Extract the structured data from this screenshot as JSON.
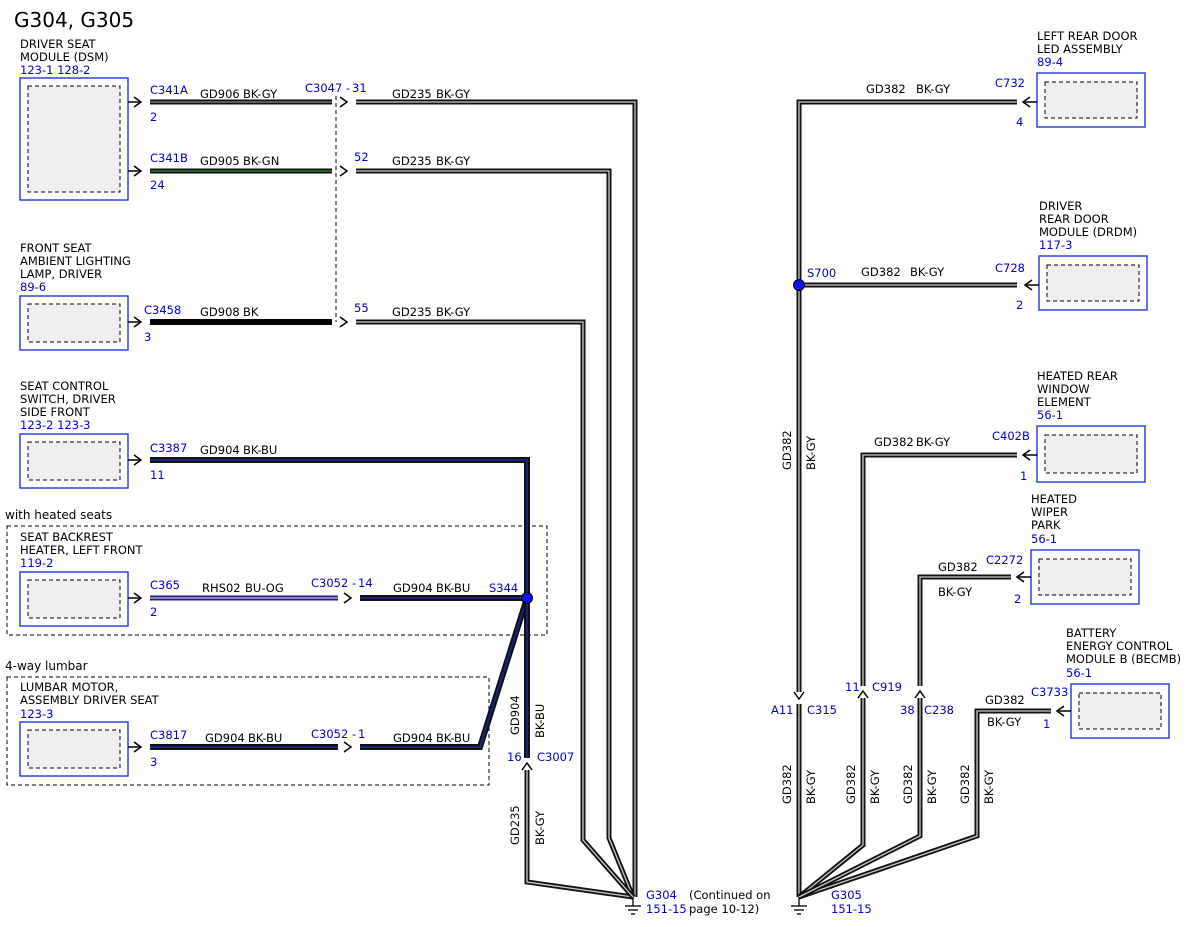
{
  "title": "G304, G305",
  "colors": {
    "blue_label": "#0000cc",
    "component_border": "#2f44e0",
    "component_fill": "#eeeeee",
    "wire_black": "#111111",
    "wire_blue": "#1a237e",
    "wire_green": "#2e5a2e"
  },
  "components": {
    "dsm": {
      "lines": [
        "DRIVER SEAT",
        "MODULE (DSM)"
      ],
      "ref": "123-1  128-2"
    },
    "ambient": {
      "lines": [
        "FRONT SEAT",
        "AMBIENT LIGHTING",
        "LAMP, DRIVER"
      ],
      "ref": "89-6"
    },
    "seat_switch": {
      "lines": [
        "SEAT CONTROL",
        "SWITCH, DRIVER",
        "SIDE FRONT"
      ],
      "ref": "123-2  123-3"
    },
    "backrest": {
      "lines": [
        "SEAT BACKREST",
        "HEATER, LEFT FRONT"
      ],
      "ref": "119-2"
    },
    "lumbar": {
      "lines": [
        "LUMBAR MOTOR,",
        "ASSEMBLY DRIVER SEAT"
      ],
      "ref": "123-3"
    },
    "led": {
      "lines": [
        "LEFT REAR DOOR",
        "LED ASSEMBLY"
      ],
      "ref": "89-4"
    },
    "drdm": {
      "lines": [
        "DRIVER",
        "REAR DOOR",
        "MODULE (DRDM)"
      ],
      "ref": "117-3"
    },
    "hrw": {
      "lines": [
        "HEATED REAR",
        "WINDOW",
        "ELEMENT"
      ],
      "ref": "56-1"
    },
    "hwp": {
      "lines": [
        "HEATED",
        "WIPER",
        "PARK"
      ],
      "ref": "56-1"
    },
    "becmb": {
      "lines": [
        "BATTERY",
        "ENERGY CONTROL",
        "MODULE B (BECMB)"
      ],
      "ref": "56-1"
    }
  },
  "options": {
    "heated": "with heated seats",
    "lumbar": "4-way lumbar"
  },
  "connectors": {
    "c341a": {
      "name": "C341A",
      "pin": "2"
    },
    "c341b": {
      "name": "C341B",
      "pin": "24"
    },
    "c3458": {
      "name": "C3458",
      "pin": "3"
    },
    "c3387": {
      "name": "C3387",
      "pin": "11"
    },
    "c365": {
      "name": "C365",
      "pin": "2"
    },
    "c3817": {
      "name": "C3817",
      "pin": "3"
    },
    "c3047": {
      "name": "C3047 -",
      "pin_a": "31",
      "pin_b": "52",
      "pin_c": "55"
    },
    "c3052a": {
      "name": "C3052 -",
      "pin": "14"
    },
    "c3052b": {
      "name": "C3052 -",
      "pin": "1"
    },
    "c3007": {
      "name": "C3007",
      "pin": "16"
    },
    "c732": {
      "name": "C732",
      "pin": "4"
    },
    "c728": {
      "name": "C728",
      "pin": "2"
    },
    "c402b": {
      "name": "C402B",
      "pin": "1"
    },
    "c2272": {
      "name": "C2272",
      "pin": "2"
    },
    "c3733": {
      "name": "C3733",
      "pin": "1"
    },
    "c315": {
      "name": "C315",
      "pin": "A11"
    },
    "c919": {
      "name": "C919",
      "pin": "11"
    },
    "c238": {
      "name": "C238",
      "pin": "38"
    }
  },
  "splices": {
    "s344": "S344",
    "s700": "S700"
  },
  "grounds": {
    "g304": {
      "name": "G304",
      "ref": "151-15",
      "note_1": "(Continued on",
      "note_2": "page 10-12)"
    },
    "g305": {
      "name": "G305",
      "ref": "151-15"
    }
  },
  "wires": {
    "gd906": "GD906",
    "gd905": "GD905",
    "gd908": "GD908",
    "gd904": "GD904",
    "rhs02": "RHS02",
    "gd235": "GD235",
    "gd382": "GD382",
    "bk_gy": "BK-GY",
    "bk_gn": "BK-GN",
    "bk": "BK",
    "bk_bu": "BK-BU",
    "bu_og": "BU-OG"
  }
}
